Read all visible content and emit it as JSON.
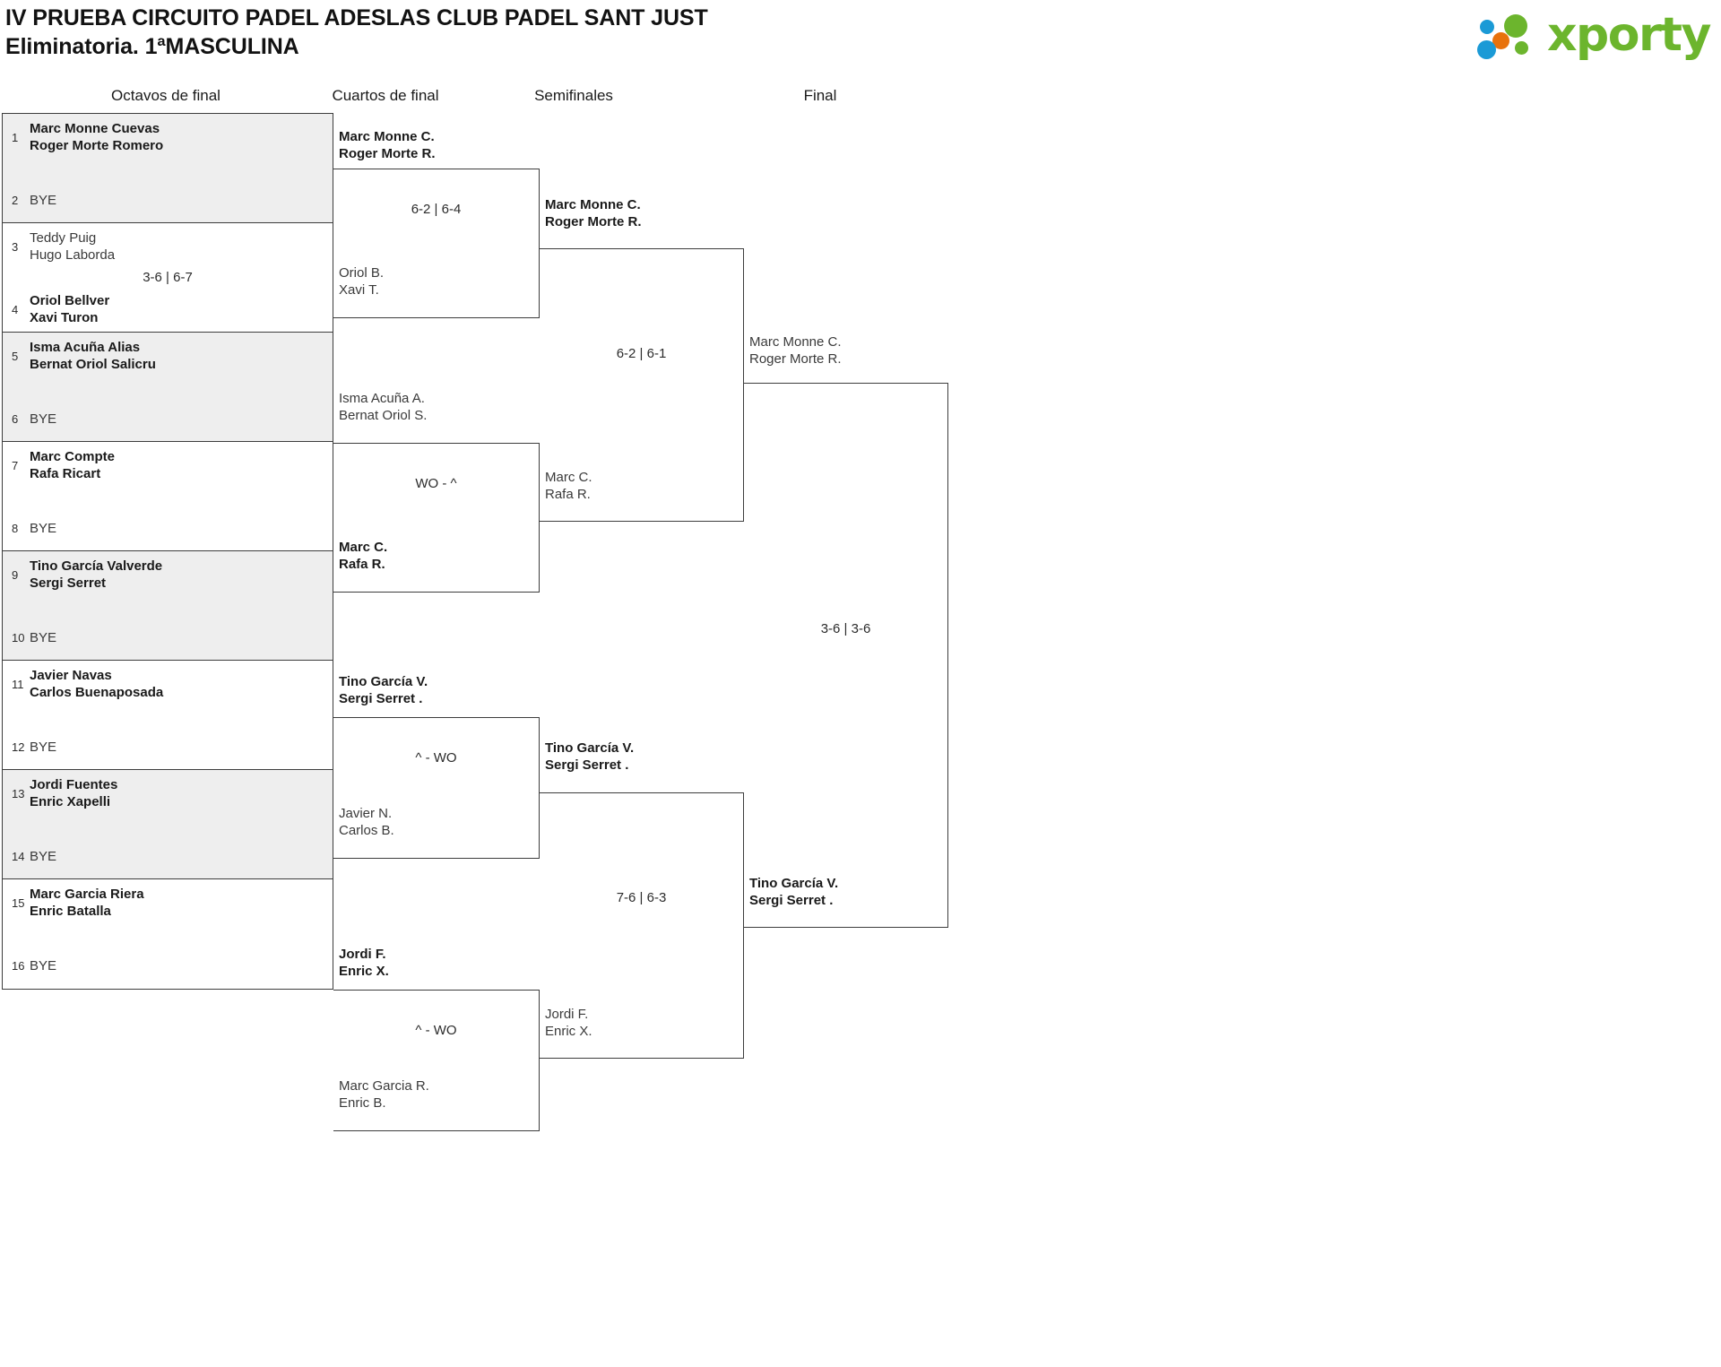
{
  "header": {
    "title_line1": "IV PRUEBA CIRCUITO PADEL ADESLAS CLUB PADEL SANT JUST",
    "title_line2": "Eliminatoria. 1ªMASCULINA",
    "logo_text": "xporty",
    "logo_colors": {
      "green": "#6cb52d",
      "orange": "#e8720c",
      "blue": "#1b9ad6"
    }
  },
  "rounds": [
    {
      "id": "octavos",
      "label": "Octavos de final"
    },
    {
      "id": "cuartos",
      "label": "Cuartos de final"
    },
    {
      "id": "semis",
      "label": "Semifinales"
    },
    {
      "id": "final",
      "label": "Final"
    }
  ],
  "round1": {
    "matches": [
      {
        "shaded": true,
        "score": "",
        "top": {
          "seed": "1",
          "line1": "Marc Monne Cuevas",
          "line2": "Roger Morte Romero",
          "result": "win"
        },
        "bottom": {
          "seed": "2",
          "line1": "BYE",
          "line2": "",
          "result": "bye"
        }
      },
      {
        "shaded": false,
        "score": "3-6 | 6-7",
        "top": {
          "seed": "3",
          "line1": "Teddy Puig",
          "line2": "Hugo Laborda",
          "result": "lose"
        },
        "bottom": {
          "seed": "4",
          "line1": "Oriol Bellver",
          "line2": "Xavi Turon",
          "result": "win"
        }
      },
      {
        "shaded": true,
        "score": "",
        "top": {
          "seed": "5",
          "line1": "Isma Acuña Alias",
          "line2": "Bernat Oriol Salicru",
          "result": "win"
        },
        "bottom": {
          "seed": "6",
          "line1": "BYE",
          "line2": "",
          "result": "bye"
        }
      },
      {
        "shaded": false,
        "score": "",
        "top": {
          "seed": "7",
          "line1": "Marc Compte",
          "line2": "Rafa Ricart",
          "result": "win"
        },
        "bottom": {
          "seed": "8",
          "line1": "BYE",
          "line2": "",
          "result": "bye"
        }
      },
      {
        "shaded": true,
        "score": "",
        "top": {
          "seed": "9",
          "line1": "Tino García Valverde",
          "line2": "Sergi Serret",
          "result": "win"
        },
        "bottom": {
          "seed": "10",
          "line1": "BYE",
          "line2": "",
          "result": "bye"
        }
      },
      {
        "shaded": false,
        "score": "",
        "top": {
          "seed": "11",
          "line1": "Javier Navas",
          "line2": "Carlos Buenaposada",
          "result": "win"
        },
        "bottom": {
          "seed": "12",
          "line1": "BYE",
          "line2": "",
          "result": "bye"
        }
      },
      {
        "shaded": true,
        "score": "",
        "top": {
          "seed": "13",
          "line1": "Jordi Fuentes",
          "line2": "Enric Xapelli",
          "result": "win"
        },
        "bottom": {
          "seed": "14",
          "line1": "BYE",
          "line2": "",
          "result": "bye"
        }
      },
      {
        "shaded": false,
        "score": "",
        "top": {
          "seed": "15",
          "line1": "Marc Garcia Riera",
          "line2": "Enric Batalla",
          "result": "win"
        },
        "bottom": {
          "seed": "16",
          "line1": "BYE",
          "line2": "",
          "result": "bye"
        }
      }
    ]
  },
  "round2": {
    "matches": [
      {
        "score": "6-2 | 6-4",
        "top": {
          "line1": "Marc Monne C.",
          "line2": "Roger Morte R.",
          "result": "win"
        },
        "bottom": {
          "line1": "Oriol B.",
          "line2": "Xavi T.",
          "result": "lose"
        }
      },
      {
        "score": "WO - ^",
        "top": {
          "line1": "Isma Acuña A.",
          "line2": "Bernat Oriol S.",
          "result": "lose"
        },
        "bottom": {
          "line1": "Marc C.",
          "line2": "Rafa R.",
          "result": "win"
        }
      },
      {
        "score": "^ - WO",
        "top": {
          "line1": "Tino García V.",
          "line2": "Sergi Serret .",
          "result": "win"
        },
        "bottom": {
          "line1": "Javier N.",
          "line2": "Carlos B.",
          "result": "lose"
        }
      },
      {
        "score": "^ - WO",
        "top": {
          "line1": "Jordi F.",
          "line2": "Enric X.",
          "result": "win"
        },
        "bottom": {
          "line1": "Marc Garcia R.",
          "line2": "Enric B.",
          "result": "lose"
        }
      }
    ]
  },
  "round3": {
    "matches": [
      {
        "score": "6-2 | 6-1",
        "top": {
          "line1": "Marc Monne C.",
          "line2": "Roger Morte R.",
          "result": "win"
        },
        "bottom": {
          "line1": "Marc C.",
          "line2": "Rafa R.",
          "result": "lose"
        }
      },
      {
        "score": "7-6 | 6-3",
        "top": {
          "line1": "Tino García V.",
          "line2": "Sergi Serret .",
          "result": "win"
        },
        "bottom": {
          "line1": "Jordi F.",
          "line2": "Enric X.",
          "result": "lose"
        }
      }
    ]
  },
  "round4": {
    "matches": [
      {
        "score": "3-6 | 3-6",
        "top": {
          "line1": "Marc Monne C.",
          "line2": "Roger Morte R.",
          "result": "lose"
        },
        "bottom": {
          "line1": "Tino García V.",
          "line2": "Sergi Serret .",
          "result": "win"
        }
      }
    ]
  }
}
